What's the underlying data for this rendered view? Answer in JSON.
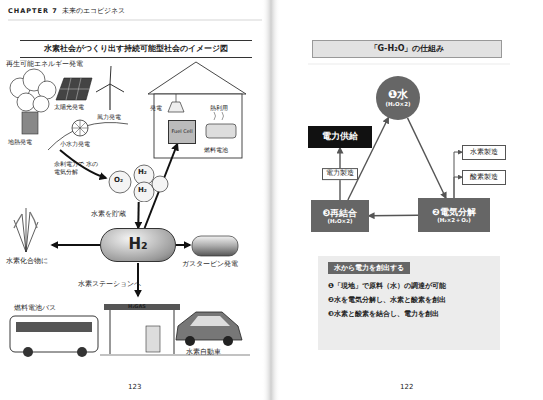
{
  "diagram": {
    "nodes": [
      {
        "text": [
          "水素社会がつくり出す持続可能型社会のイメージ図"
        ]
      },
      {
        "text": [
          "O₂",
          "H₂",
          "H₂"
        ]
      },
      {
        "text": [
          "Fuel Cell"
        ]
      },
      {
        "text": [
          "H₂"
        ]
      },
      {
        "text": [
          "「G-H₂O」の仕組み"
        ]
      },
      {
        "text": [
          "❶水",
          "(H₂O×2)"
        ]
      },
      {
        "text": [
          "電力供給"
        ]
      },
      {
        "text": [
          "水素製造"
        ]
      },
      {
        "text": [
          "酸素製造"
        ]
      },
      {
        "text": [
          "❸再結合",
          "(H₂O×2)"
        ]
      },
      {
        "text": [
          "❷電気分解",
          "(H₂×2＋O₂)"
        ]
      },
      {
        "text": [
          "水から電力を創出する",
          "❶「現地」で原料（水）の調達が可能",
          "❷水を電気分解し、水素と酸素を創出",
          "❸水素と酸素を結合し、電力を創出"
        ]
      }
    ],
    "edges": [
      {
        "from": 1,
        "to": 3,
        "arrow": "to",
        "label": "水素を貯蔵"
      },
      {
        "from": 3,
        "to": 2,
        "arrow": "to"
      },
      {
        "from": 5,
        "to": 10,
        "arrow": "to"
      },
      {
        "from": 10,
        "to": 9,
        "arrow": "to"
      },
      {
        "from": 9,
        "to": 6,
        "arrow": "to",
        "label": "電力製造"
      },
      {
        "from": 9,
        "to": 5,
        "arrow": "to"
      },
      {
        "from": 10,
        "to": 7,
        "arrow": "to"
      },
      {
        "from": 10,
        "to": 8,
        "arrow": "to"
      }
    ],
    "labels": [
      "CHAPTER 7",
      "未来のエコビジネス",
      "再生可能エネルギー発電",
      "太陽光発電",
      "風力発電",
      "地熱発電",
      "小水力発電",
      "余剰電力で 水の電気分解",
      "発電",
      "熱利用",
      "燃料電池",
      "水素化合物に",
      "ガスタービン発電",
      "水素ステーションへ",
      "燃料電池バス",
      "H₂GAS",
      "水素自動車",
      "123",
      "122"
    ]
  }
}
